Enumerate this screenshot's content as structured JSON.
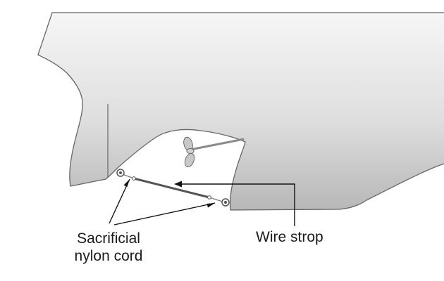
{
  "labels": {
    "sacrificial_line1": "Sacrificial",
    "sacrificial_line2": "nylon cord",
    "wire_strop": "Wire strop"
  },
  "colors": {
    "hull_light": "#f4f4f4",
    "hull_dark": "#b9b9b9",
    "outline": "#666666",
    "strop": "#555555",
    "leader": "#111111",
    "background": "#ffffff"
  },
  "icons": {
    "propeller": "propeller-icon",
    "shackle": "shackle-ring-icon"
  }
}
